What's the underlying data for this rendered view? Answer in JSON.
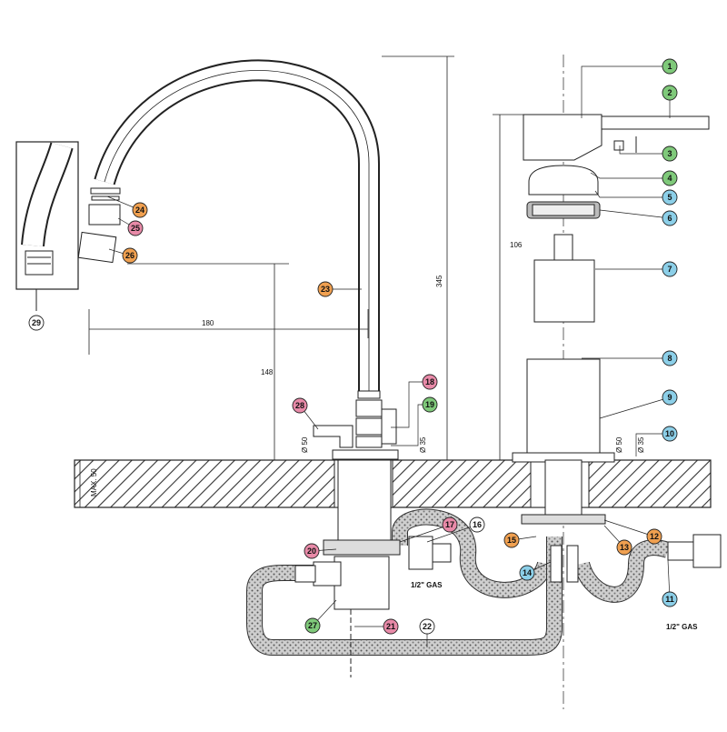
{
  "colors": {
    "bubble_green": "#7fc97a",
    "bubble_blue": "#8ccfe8",
    "bubble_orange": "#f0a050",
    "bubble_pink": "#e88aa8",
    "bubble_white": "#ffffff",
    "line": "#222222"
  },
  "dimensions": {
    "spout_reach": "180",
    "spout_height": "148",
    "total_height": "345",
    "body_height": "106",
    "diam_50_left": "Ø 50",
    "diam_35_left": "Ø 35",
    "diam_50_right": "Ø 50",
    "diam_35_right": "Ø 35",
    "countertop_max": "MAX. 50"
  },
  "labels": {
    "gas_left": "1/2\" GAS",
    "gas_right": "1/2\" GAS"
  },
  "callouts": [
    {
      "num": "1",
      "color": "green"
    },
    {
      "num": "2",
      "color": "green"
    },
    {
      "num": "3",
      "color": "green"
    },
    {
      "num": "4",
      "color": "green"
    },
    {
      "num": "5",
      "color": "blue"
    },
    {
      "num": "6",
      "color": "blue"
    },
    {
      "num": "7",
      "color": "blue"
    },
    {
      "num": "8",
      "color": "blue"
    },
    {
      "num": "9",
      "color": "blue"
    },
    {
      "num": "10",
      "color": "blue"
    },
    {
      "num": "11",
      "color": "blue"
    },
    {
      "num": "12",
      "color": "orange"
    },
    {
      "num": "13",
      "color": "orange"
    },
    {
      "num": "14",
      "color": "blue"
    },
    {
      "num": "15",
      "color": "orange"
    },
    {
      "num": "16",
      "color": "white"
    },
    {
      "num": "17",
      "color": "pink"
    },
    {
      "num": "18",
      "color": "pink"
    },
    {
      "num": "19",
      "color": "green"
    },
    {
      "num": "20",
      "color": "pink"
    },
    {
      "num": "21",
      "color": "pink"
    },
    {
      "num": "22",
      "color": "white"
    },
    {
      "num": "23",
      "color": "orange"
    },
    {
      "num": "24",
      "color": "orange"
    },
    {
      "num": "25",
      "color": "pink"
    },
    {
      "num": "26",
      "color": "orange"
    },
    {
      "num": "27",
      "color": "green"
    },
    {
      "num": "28",
      "color": "pink"
    },
    {
      "num": "29",
      "color": "white"
    }
  ]
}
